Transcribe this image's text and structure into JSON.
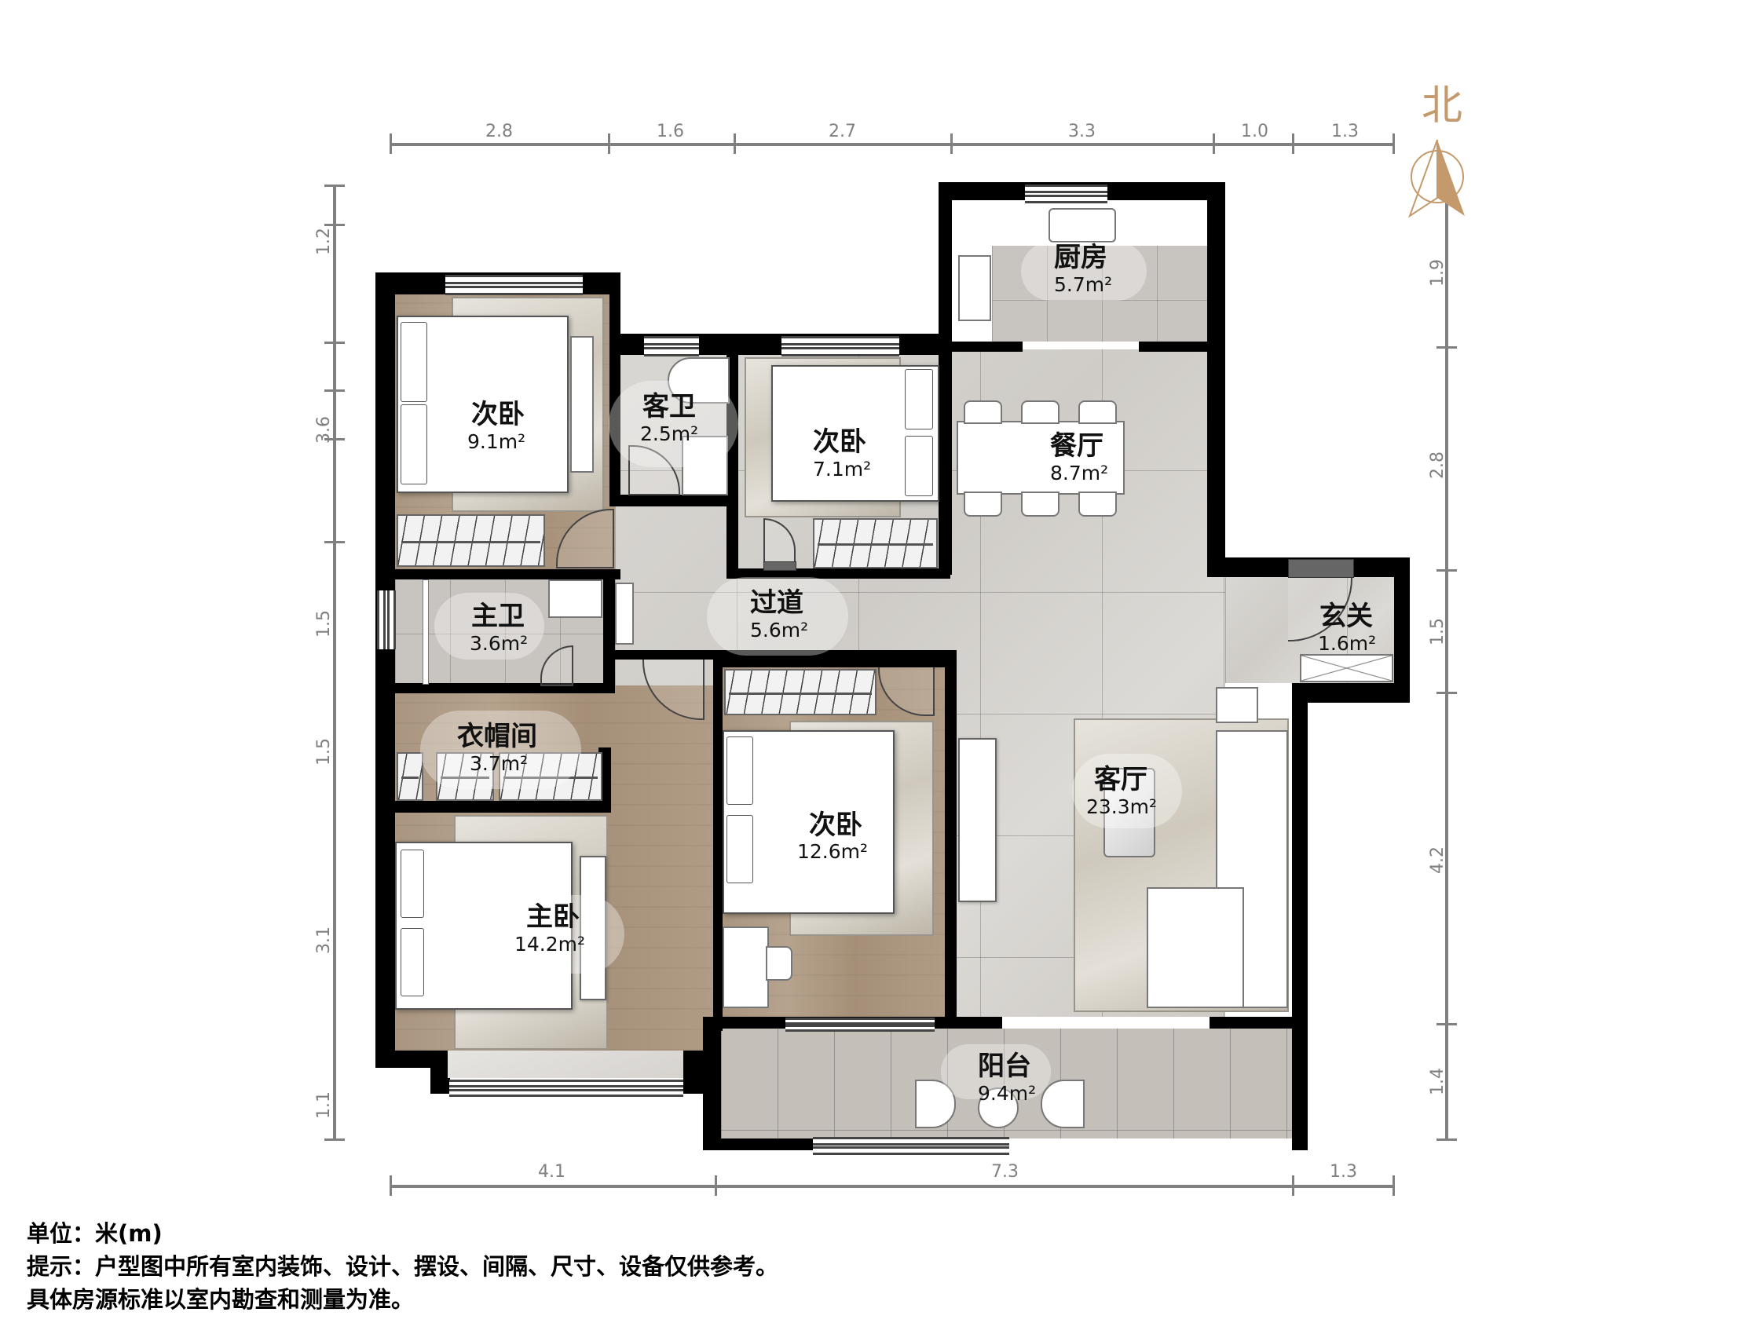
{
  "compass": {
    "label": "北",
    "icon": "north-arrow-icon",
    "color": "#c49a6c"
  },
  "dimensions": {
    "top": [
      "2.8",
      "1.6",
      "2.7",
      "3.3",
      "1.0",
      "1.3"
    ],
    "bottom": [
      "4.1",
      "7.3",
      "1.3"
    ],
    "left": [
      "1.2",
      "3.6",
      "1.5",
      "1.5",
      "3.1",
      "1.1"
    ],
    "right": [
      "1.9",
      "2.8",
      "1.5",
      "4.2",
      "1.4"
    ]
  },
  "rooms": {
    "bedroom_nw": {
      "name": "次卧",
      "area": "9.1m²"
    },
    "guest_bath": {
      "name": "客卫",
      "area": "2.5m²"
    },
    "bedroom_n": {
      "name": "次卧",
      "area": "7.1m²"
    },
    "kitchen": {
      "name": "厨房",
      "area": "5.7m²"
    },
    "dining": {
      "name": "餐厅",
      "area": "8.7m²"
    },
    "corridor": {
      "name": "过道",
      "area": "5.6m²"
    },
    "master_bath": {
      "name": "主卫",
      "area": "3.6m²"
    },
    "entrance": {
      "name": "玄关",
      "area": "1.6m²"
    },
    "cloakroom": {
      "name": "衣帽间",
      "area": "3.7m²"
    },
    "bedroom_s": {
      "name": "次卧",
      "area": "12.6m²"
    },
    "living": {
      "name": "客厅",
      "area": "23.3m²"
    },
    "master_bedroom": {
      "name": "主卧",
      "area": "14.2m²"
    },
    "balcony": {
      "name": "阳台",
      "area": "9.4m²"
    }
  },
  "footer": {
    "unit": "单位：米(m)",
    "note": "提示：户型图中所有室内装饰、设计、摆设、间隔、尺寸、设备仅供参考。",
    "disclaimer": "具体房源标准以室内勘查和测量为准。"
  },
  "colors": {
    "wall": "#000000",
    "dimension": "#808080",
    "wood_floor": "#b09c86",
    "tile_floor": "#d6d3ce",
    "compass": "#c49a6c"
  }
}
